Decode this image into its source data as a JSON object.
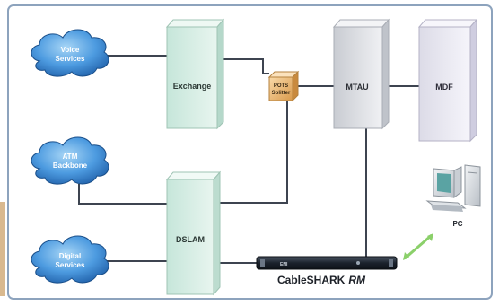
{
  "diagram": {
    "clouds": [
      {
        "id": "voice",
        "lines": [
          "Voice",
          "Services"
        ]
      },
      {
        "id": "atm",
        "lines": [
          "ATM",
          "Backbone"
        ]
      },
      {
        "id": "digital",
        "lines": [
          "Digital",
          "Services"
        ]
      }
    ],
    "cabinets": {
      "exchange": "Exchange",
      "dslam": "DSLAM",
      "mtau": "MTAU",
      "mdf": "MDF"
    },
    "splitter": {
      "lines": [
        "POTS",
        "Splitter"
      ]
    },
    "device": {
      "name": "CableSHARK",
      "suffix": "RM",
      "panel_label": "ENI"
    },
    "pc": {
      "label": "PC"
    },
    "colors": {
      "frame": "#8da3bd",
      "cloud_fill": "#3f8fd6",
      "cloud_light": "#8dc6f0",
      "exchange_fill": "#dcefe8",
      "dslam_fill": "#e3f1ec",
      "mtau_fill": "#e6e8ec",
      "mdf_fill": "#ecebf3",
      "splitter_fill": "#f2c486",
      "link_color": "#3d4450",
      "pc_link_color": "#8bd06a",
      "device_fill": "#1e2630"
    }
  }
}
